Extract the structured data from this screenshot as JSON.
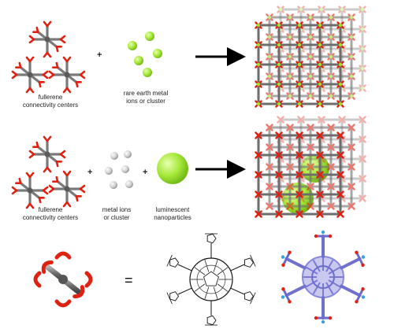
{
  "labels": {
    "row1_left": "fullerene\nconnectivity centers",
    "row1_middle": "rare earth metal\nions or cluster",
    "row2_left": "fullerene\nconnectivity centers",
    "row2_middle": "metal ions\nor cluster",
    "row2_right": "luminescent\nnanoparticles"
  },
  "operators": {
    "plus": "+",
    "equals": "="
  },
  "colors": {
    "rod_grey": "#7a7a7a",
    "oxygen_red": "#e02010",
    "lanthanide_green": "#9be22a",
    "metal_grey": "#c8c8c8",
    "molecule_blue": "#8888dd",
    "arrow_black": "#000000"
  }
}
